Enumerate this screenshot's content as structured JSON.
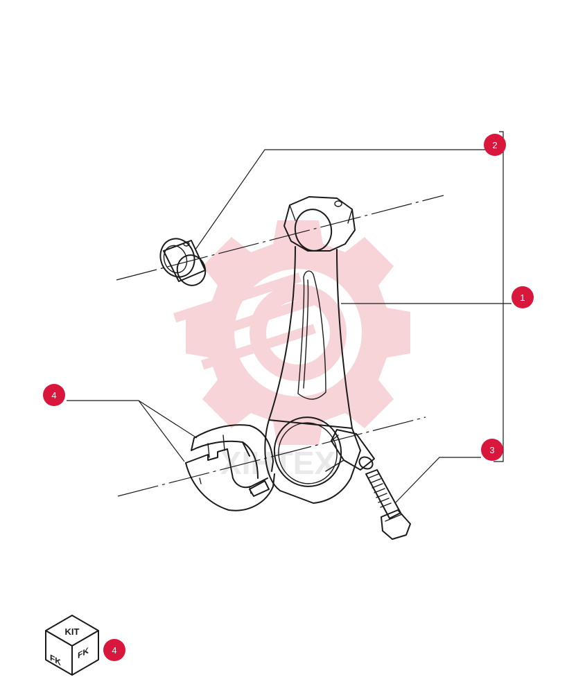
{
  "colors": {
    "callout": "#d9163c",
    "watermark": "#f5c6cc",
    "ink": "#1a1a1a"
  },
  "watermark": {
    "icon": "gear-speed-icon",
    "text": "XIHTEX"
  },
  "callouts": [
    {
      "id": "1",
      "label": "1"
    },
    {
      "id": "2",
      "label": "2"
    },
    {
      "id": "3",
      "label": "3"
    },
    {
      "id": "4",
      "label": "4"
    }
  ],
  "kit": {
    "label": "KIT",
    "side_mark": "FK",
    "callout_label": "4",
    "icon": "kit-box-icon"
  }
}
